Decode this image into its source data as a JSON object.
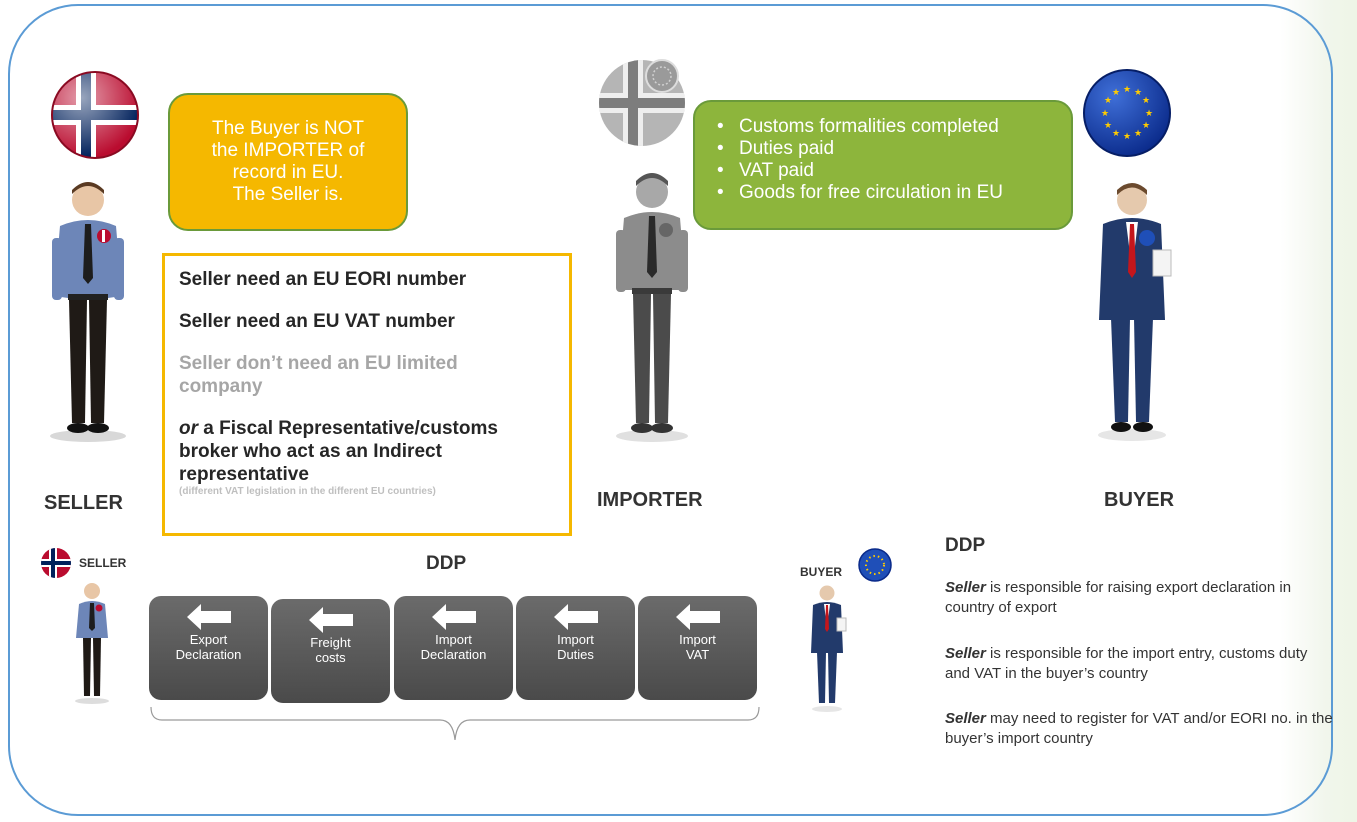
{
  "orange_box": {
    "lines": [
      "The Buyer is NOT",
      "the IMPORTER of",
      "record in EU.",
      "The Seller is."
    ]
  },
  "green_box": {
    "items": [
      "Customs formalities completed",
      "Duties paid",
      "VAT paid",
      "Goods for free circulation in EU"
    ]
  },
  "requirements": {
    "line1": "Seller need an EU EORI number",
    "line2": "Seller need an EU VAT number",
    "line3": "Seller don’t need an EU limited company",
    "line4_prefix": "or",
    "line4_rest": " a Fiscal Representative/customs broker who act as an Indirect representative",
    "note": "(different VAT legislation in the different EU countries)"
  },
  "roles": {
    "seller": "SELLER",
    "importer": "IMPORTER",
    "buyer": "BUYER"
  },
  "flow": {
    "seller_label": "SELLER",
    "buyer_label": "BUYER",
    "title": "DDP",
    "steps": [
      {
        "label_1": "Export",
        "label_2": "Declaration"
      },
      {
        "label_1": "Freight",
        "label_2": "costs"
      },
      {
        "label_1": "Import",
        "label_2": "Declaration"
      },
      {
        "label_1": "Import",
        "label_2": "Duties"
      },
      {
        "label_1": "Import",
        "label_2": "VAT"
      }
    ]
  },
  "explanation": {
    "title": "DDP",
    "p1_em": "Seller",
    "p1_rest": " is responsible for raising export declaration in country of export",
    "p2_em": "Seller",
    "p2_rest": " is responsible for the import entry, customs duty and VAT in the buyer’s country",
    "p3_em": "Seller",
    "p3_rest": " may need to register for VAT and/or EORI no. in the buyer’s import country"
  },
  "colors": {
    "frame": "#5b9bd5",
    "orange": "#f5b800",
    "green": "#8db53c",
    "step_dark": "#4a4a4a",
    "eu_blue": "#003399",
    "norway_red": "#ba0c2f"
  },
  "icons": [
    "norway-flag-icon",
    "eu-flag-icon",
    "grey-flag-icon",
    "arrow-left-icon",
    "person-seller-icon",
    "person-importer-icon",
    "person-buyer-icon"
  ]
}
